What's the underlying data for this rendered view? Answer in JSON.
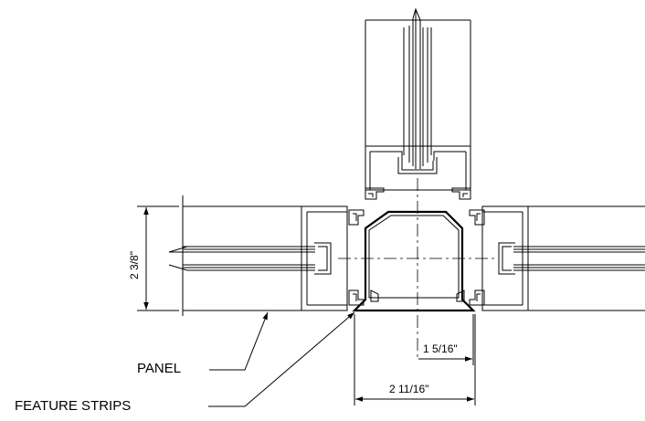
{
  "labels": {
    "panel": "PANEL",
    "feature_strips": "FEATURE STRIPS"
  },
  "dimensions": {
    "height": "2 3/8\"",
    "half_width": "1 5/16\"",
    "overall_width": "2 11/16\""
  },
  "colors": {
    "line": "#000000",
    "background": "#ffffff"
  }
}
